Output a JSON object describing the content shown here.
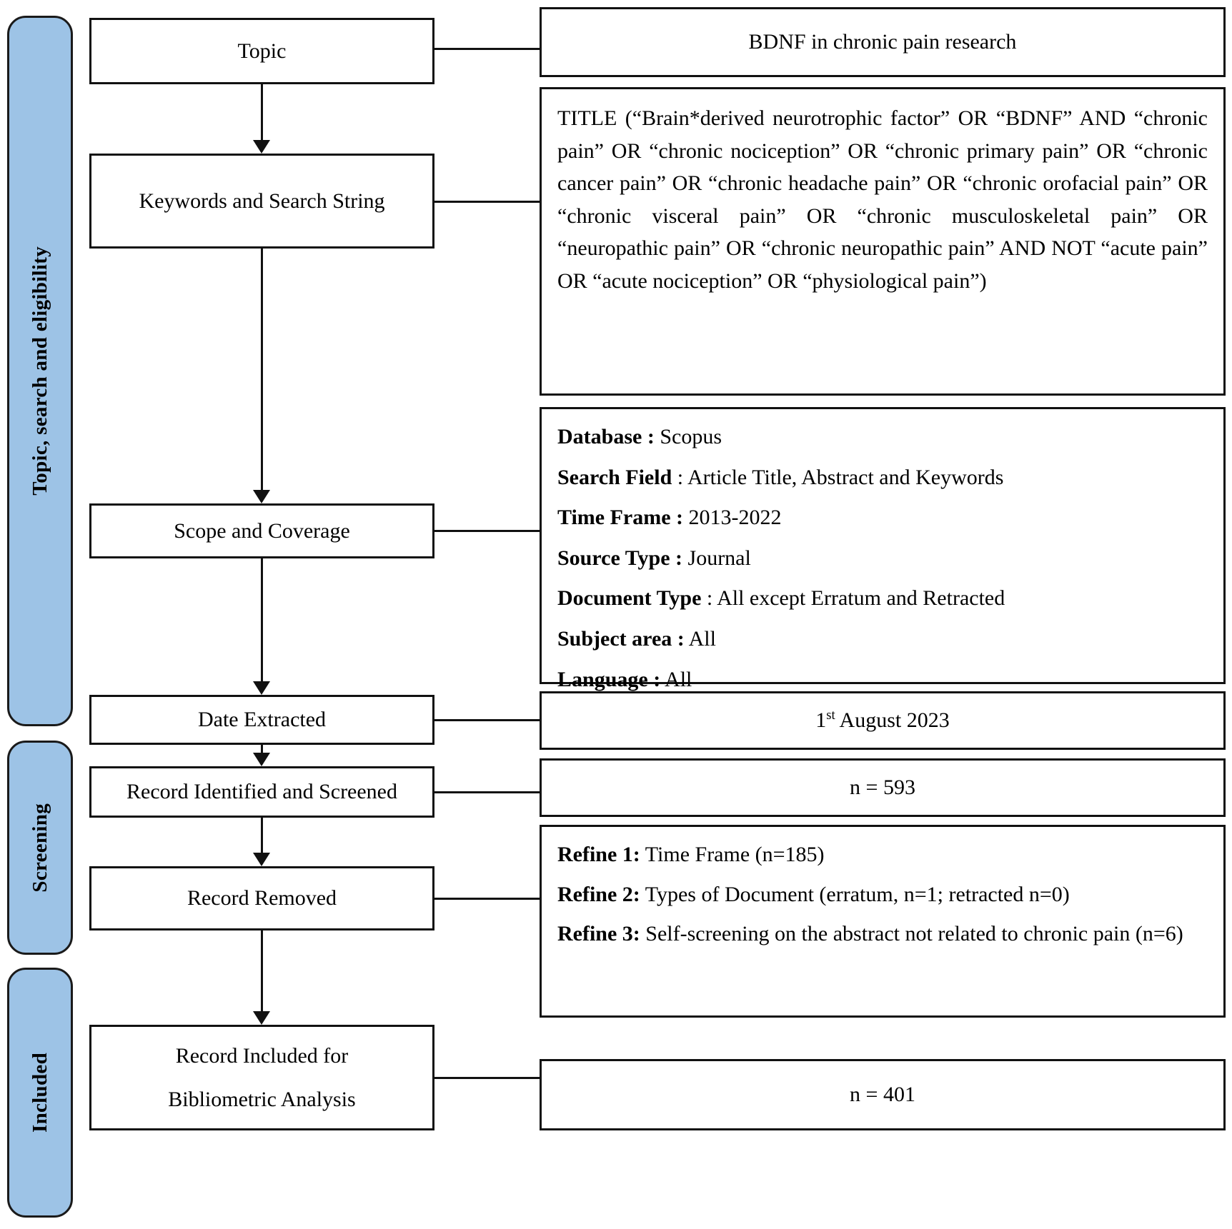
{
  "stages": [
    {
      "label": "Topic, search and eligibility"
    },
    {
      "label": "Screening"
    },
    {
      "label": "Included"
    }
  ],
  "process_steps": [
    {
      "label": "Topic"
    },
    {
      "label": "Keywords and Search String"
    },
    {
      "label": "Scope and Coverage"
    },
    {
      "label": "Date Extracted"
    },
    {
      "label": "Record Identified and Screened"
    },
    {
      "label": "Record Removed"
    },
    {
      "label_line1": "Record Included for",
      "label_line2": "Bibliometric Analysis"
    }
  ],
  "details": {
    "topic": "BDNF in chronic pain research",
    "search_string": "TITLE (“Brain*derived neurotrophic factor” OR “BDNF” AND “chronic pain” OR “chronic nociception” OR “chronic primary pain” OR “chronic cancer pain” OR “chronic headache pain” OR “chronic orofacial pain” OR “chronic visceral pain” OR “chronic musculoskeletal pain” OR “neuropathic pain” OR “chronic neuropathic pain” AND NOT “acute pain” OR “acute nociception” OR “physiological pain”)",
    "scope": [
      {
        "key": "Database :",
        "value": "Scopus"
      },
      {
        "key": "Search Field",
        "value": ": Article Title, Abstract and Keywords"
      },
      {
        "key": "Time Frame :",
        "value": "2013-2022"
      },
      {
        "key": "Source Type :",
        "value": "Journal"
      },
      {
        "key": "Document Type",
        "value": ": All except Erratum and Retracted"
      },
      {
        "key": "Subject area :",
        "value": "All"
      },
      {
        "key": "Language :",
        "value": "All"
      }
    ],
    "date_extracted_prefix": "1",
    "date_extracted_sup": "st",
    "date_extracted_suffix": " August 2023",
    "records_identified": "n = 593",
    "refines": [
      {
        "key": "Refine 1:",
        "value": " Time Frame (n=185)"
      },
      {
        "key": "Refine 2:",
        "value": " Types of Document (erratum, n=1; retracted n=0)"
      },
      {
        "key": "Refine 3:",
        "value": " Self-screening on the abstract not related to chronic pain (n=6)"
      }
    ],
    "records_included": "n = 401"
  },
  "colors": {
    "stage_fill": "#9dc3e6",
    "border": "#111111",
    "background": "#ffffff"
  }
}
